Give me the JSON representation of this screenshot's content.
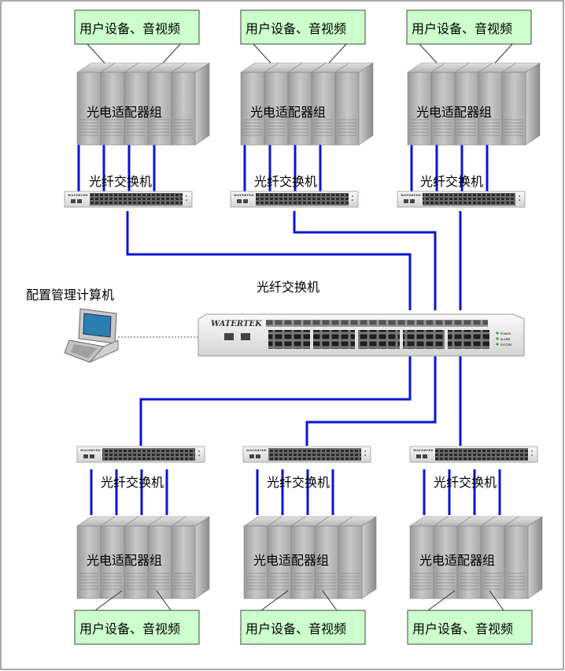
{
  "brand": "WATERTEK",
  "core": {
    "label": "光纤交换机",
    "status_lines": [
      "POWER",
      "ALARM",
      "SYSTEM"
    ]
  },
  "management_pc": {
    "label": "配置管理计算机"
  },
  "groups": [
    {
      "user_label": "用户设备、音视频",
      "adapter_label": "光电适配器组",
      "switch_label": "光纤交换机"
    },
    {
      "user_label": "用户设备、音视频",
      "adapter_label": "光电适配器组",
      "switch_label": "光纤交换机"
    },
    {
      "user_label": "用户设备、音视频",
      "adapter_label": "光电适配器组",
      "switch_label": "光纤交换机"
    },
    {
      "user_label": "用户设备、音视频",
      "adapter_label": "光电适配器组",
      "switch_label": "光纤交换机"
    },
    {
      "user_label": "用户设备、音视频",
      "adapter_label": "光电适配器组",
      "switch_label": "光纤交换机"
    },
    {
      "user_label": "用户设备、音视频",
      "adapter_label": "光电适配器组",
      "switch_label": "光纤交换机"
    }
  ],
  "colors": {
    "fiber_link": "#0a14d6",
    "user_box_fill": "#ccffcc",
    "server_gray": "#bdbdbd"
  }
}
